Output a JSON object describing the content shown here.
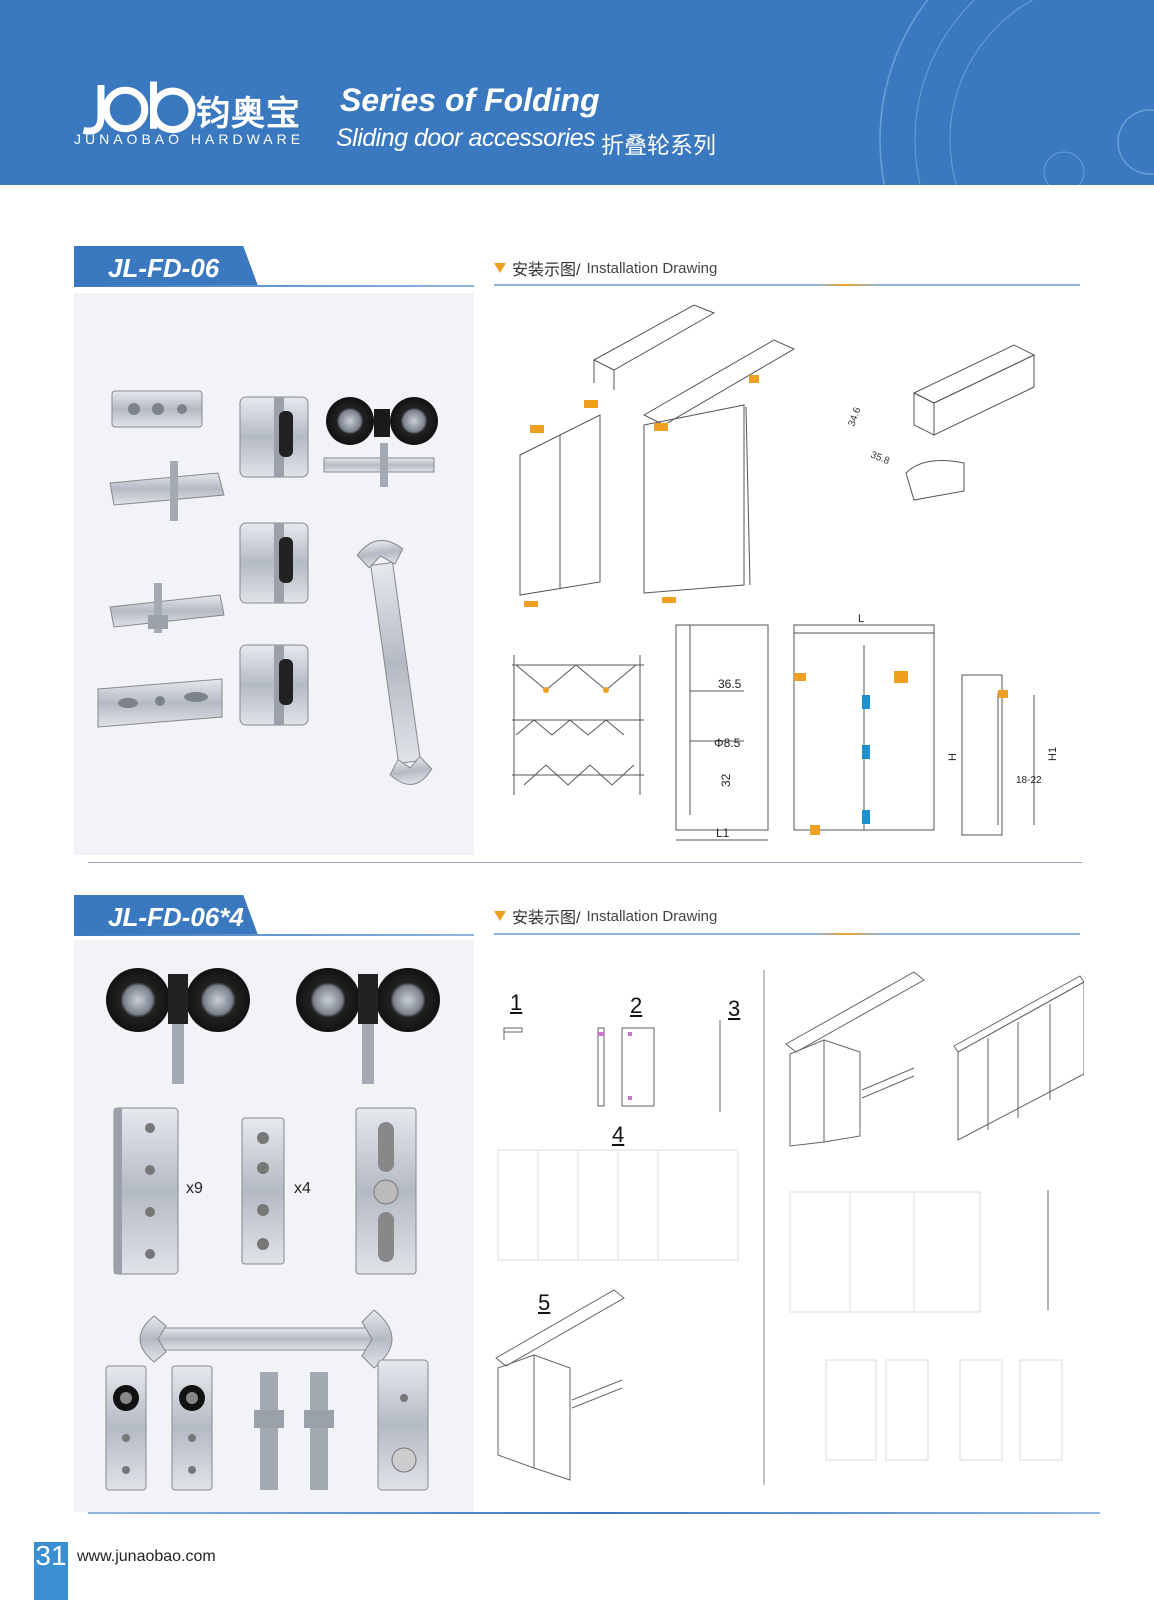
{
  "header": {
    "brand_cn": "钧奥宝",
    "brand_en": "JUNAOBAO HARDWARE",
    "series_title": "Series of Folding",
    "series_subtitle": "Sliding door accessories",
    "series_cn": "折叠轮系列"
  },
  "section1": {
    "model": "JL-FD-06",
    "install_cn": "安装示图/",
    "install_en": "Installation Drawing",
    "dims": {
      "profile_height": "34.6",
      "profile_width": "35.8",
      "d1": "36.5",
      "d2": "Φ8.5",
      "d3": "32",
      "l1": "L1",
      "l": "L",
      "h": "H",
      "h1": "H1",
      "gap": "18-22"
    }
  },
  "section2": {
    "model": "JL-FD-06*4",
    "install_cn": "安装示图/",
    "install_en": "Installation Drawing",
    "qty_hinge": "x9",
    "qty_plate": "x4",
    "steps": [
      "1",
      "2",
      "3",
      "4",
      "5"
    ]
  },
  "footer": {
    "page": "31",
    "website": "www.junaobao.com"
  },
  "colors": {
    "brand_blue": "#3a78bf",
    "accent_orange": "#f0a020",
    "page_num_blue": "#3a8fd0"
  }
}
